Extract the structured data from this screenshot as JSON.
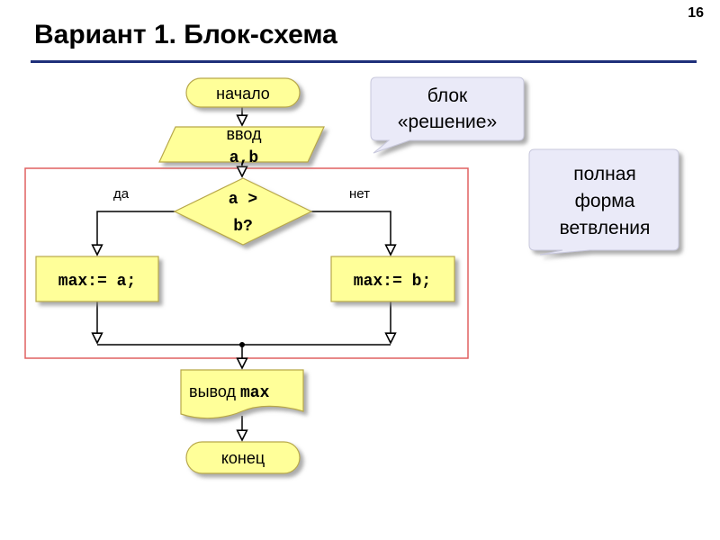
{
  "slide": {
    "page_number": "16",
    "title": "Вариант 1. Блок-схема"
  },
  "flowchart": {
    "start": "начало",
    "input_line1": "ввод",
    "input_line2": "a,b",
    "condition_line1": "a >",
    "condition_line2": "b?",
    "yes_label": "да",
    "no_label": "нет",
    "yes_action": "max:= a;",
    "no_action": "max:= b;",
    "output_prefix": "вывод",
    "output_var": "max",
    "end": "конец"
  },
  "callouts": {
    "decision_line1": "блок",
    "decision_line2": "«решение»",
    "full_line1": "полная",
    "full_line2": "форма",
    "full_line3": "ветвления"
  },
  "colors": {
    "block_fill": "#ffff99",
    "block_stroke": "#b8a84a",
    "highlight_frame": "#e06060",
    "callout_fill": "#eaeaf8",
    "title_rule": "#1f2f7a"
  }
}
